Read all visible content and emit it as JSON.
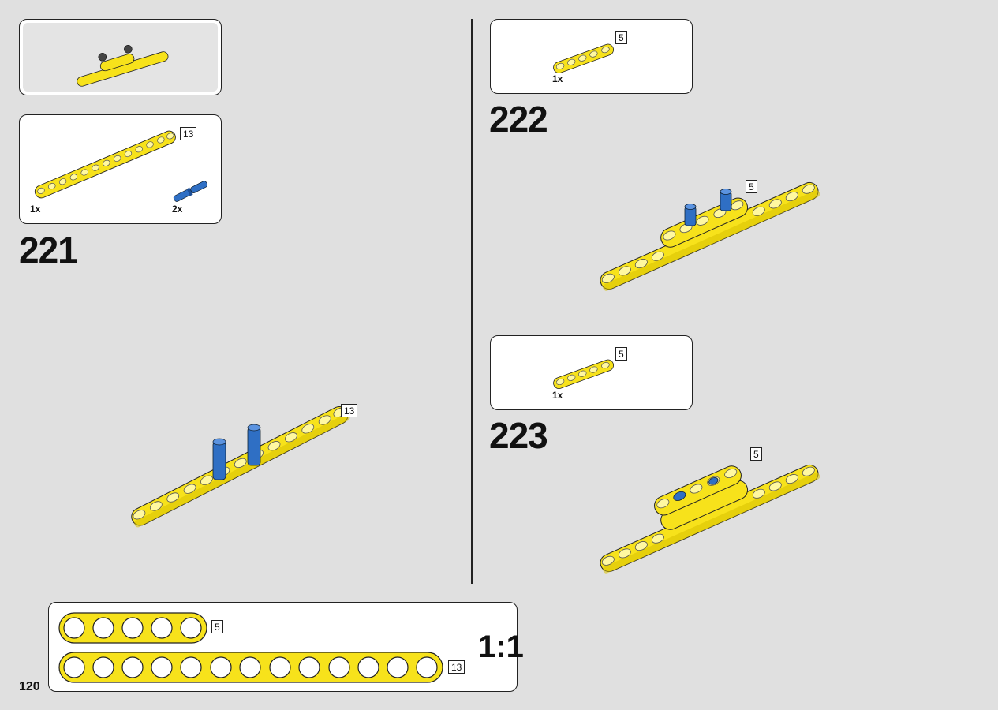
{
  "page": {
    "number": "120"
  },
  "preview": {
    "icon": "beam-assembly-preview"
  },
  "steps": [
    {
      "number": "221",
      "parts": [
        {
          "qty": "1x",
          "tag": "13",
          "icon": "beam-13-icon"
        },
        {
          "qty": "2x",
          "tag": "",
          "icon": "blue-pin-icon"
        }
      ],
      "model_tag": "13"
    },
    {
      "number": "222",
      "parts": [
        {
          "qty": "1x",
          "tag": "5",
          "icon": "beam-5-icon"
        }
      ],
      "model_tag": "5"
    },
    {
      "number": "223",
      "parts": [
        {
          "qty": "1x",
          "tag": "5",
          "icon": "beam-5-icon"
        }
      ],
      "model_tag": "5"
    }
  ],
  "scale_box": {
    "scale": "1:1",
    "beams": [
      {
        "length": "5"
      },
      {
        "length": "13"
      }
    ]
  },
  "colors": {
    "beam_yellow": "#f7e21b",
    "beam_dark": "#c9b200",
    "pin_blue": "#2f6fc4",
    "background": "#e0e0e0"
  }
}
